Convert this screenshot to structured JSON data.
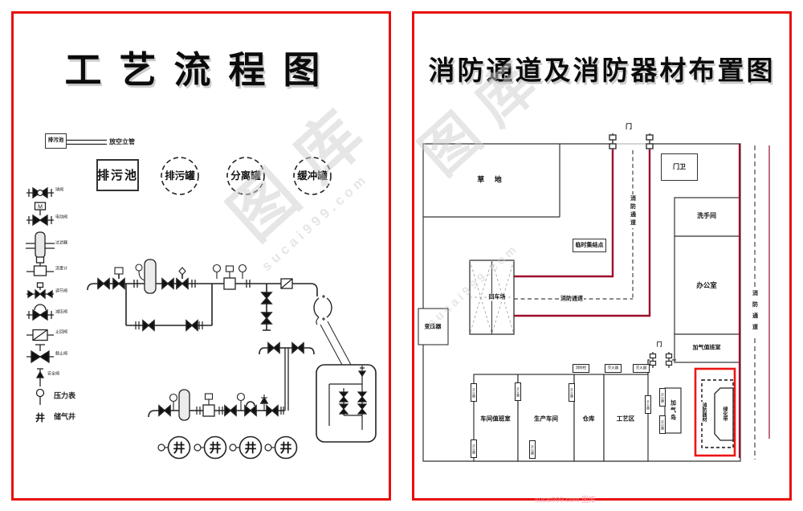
{
  "watermark": {
    "brand": "图库",
    "site": "sucai999.com",
    "footer": "sucai999.com 图库"
  },
  "left": {
    "title": "工艺流程图",
    "drain_pool": "排污池",
    "vent_pipe": "放空立管",
    "sump": "排污池",
    "tanks": [
      {
        "label": "排污罐"
      },
      {
        "label": "分离罐"
      },
      {
        "label": "缓冲罐"
      }
    ],
    "legend": [
      {
        "name": "ball-valve",
        "label": "球阀"
      },
      {
        "name": "motor-valve",
        "label": "电动阀"
      },
      {
        "name": "filter",
        "label": "过滤器"
      },
      {
        "name": "flow-meter",
        "label": "流量计"
      },
      {
        "name": "regulating-valve",
        "label": "调节阀"
      },
      {
        "name": "pressure-reducing-valve",
        "label": "减压阀"
      },
      {
        "name": "check-valve",
        "label": "止回阀"
      },
      {
        "name": "globe-valve",
        "label": "截止阀"
      },
      {
        "name": "safety-valve",
        "label": "安全阀"
      },
      {
        "name": "pressure-gauge",
        "label": "压力表"
      },
      {
        "name": "gas-storage-well",
        "label": "储气井"
      }
    ],
    "motor_mark": "M",
    "well_char": "井"
  },
  "right": {
    "title": "消防通道及消防器材布置图",
    "door": "门",
    "grass": "草 地",
    "gatehouse": "门卫",
    "assembly_point": "临时集结点",
    "turnaround": "回车场",
    "transformer": "变压器",
    "washroom": "洗手间",
    "office": "办公室",
    "gas_duty_room": "加气值班室",
    "workshop_duty_room": "车间值班室",
    "production_workshop": "生产车间",
    "warehouse": "仓库",
    "process_area": "工艺区",
    "gas_island": "加气岛",
    "green_belt": "绿化带",
    "fire_equipment": "消防器材",
    "extinguisher": "灭火器",
    "hydrant": "消防栓",
    "fire_lane": "消防通道"
  }
}
